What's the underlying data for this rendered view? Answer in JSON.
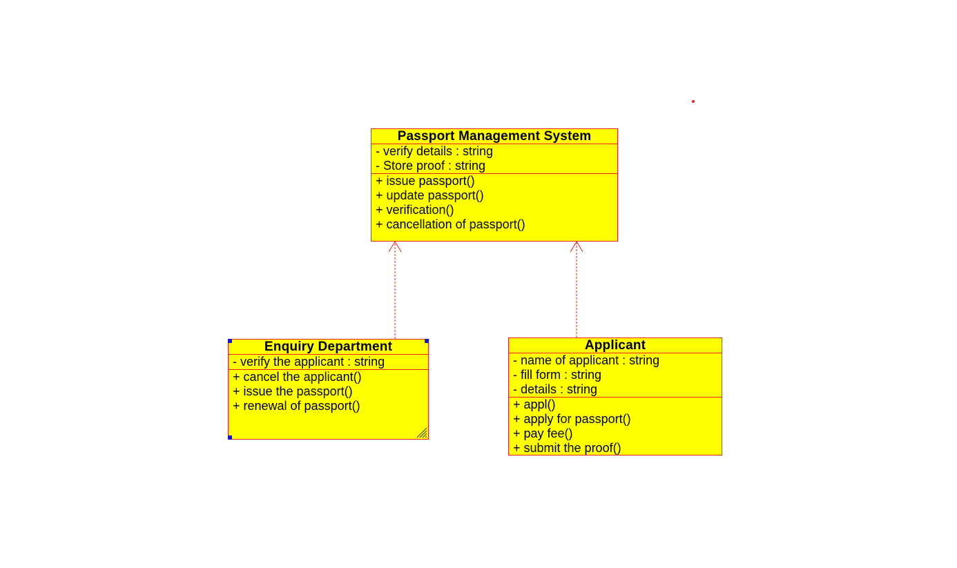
{
  "diagram": {
    "classes": {
      "pms": {
        "name": "Passport Management System",
        "attributes": [
          "- verify details : string",
          "- Store proof : string"
        ],
        "operations": [
          "+ issue passport()",
          "+ update passport()",
          "+ verification()",
          "+ cancellation of passport()"
        ]
      },
      "enquiry": {
        "name": "Enquiry Department",
        "attributes": [
          "- verify the applicant : string"
        ],
        "operations": [
          "+ cancel the applicant()",
          "+ issue the passport()",
          "+ renewal of passport()"
        ]
      },
      "applicant": {
        "name": "Applicant",
        "attributes": [
          "- name of applicant : string",
          "- fill form  : string",
          "- details : string"
        ],
        "operations": [
          "+ appl()",
          "+ apply for passport()",
          "+ pay fee()",
          "+ submit the proof()"
        ]
      }
    },
    "relations": [
      {
        "from": "Enquiry Department",
        "to": "Passport Management System",
        "type": "dependency"
      },
      {
        "from": "Applicant",
        "to": "Passport Management System",
        "type": "dependency"
      }
    ],
    "colors": {
      "fill": "#ffff00",
      "stroke": "#e8231f",
      "handle": "#1414d6"
    }
  }
}
